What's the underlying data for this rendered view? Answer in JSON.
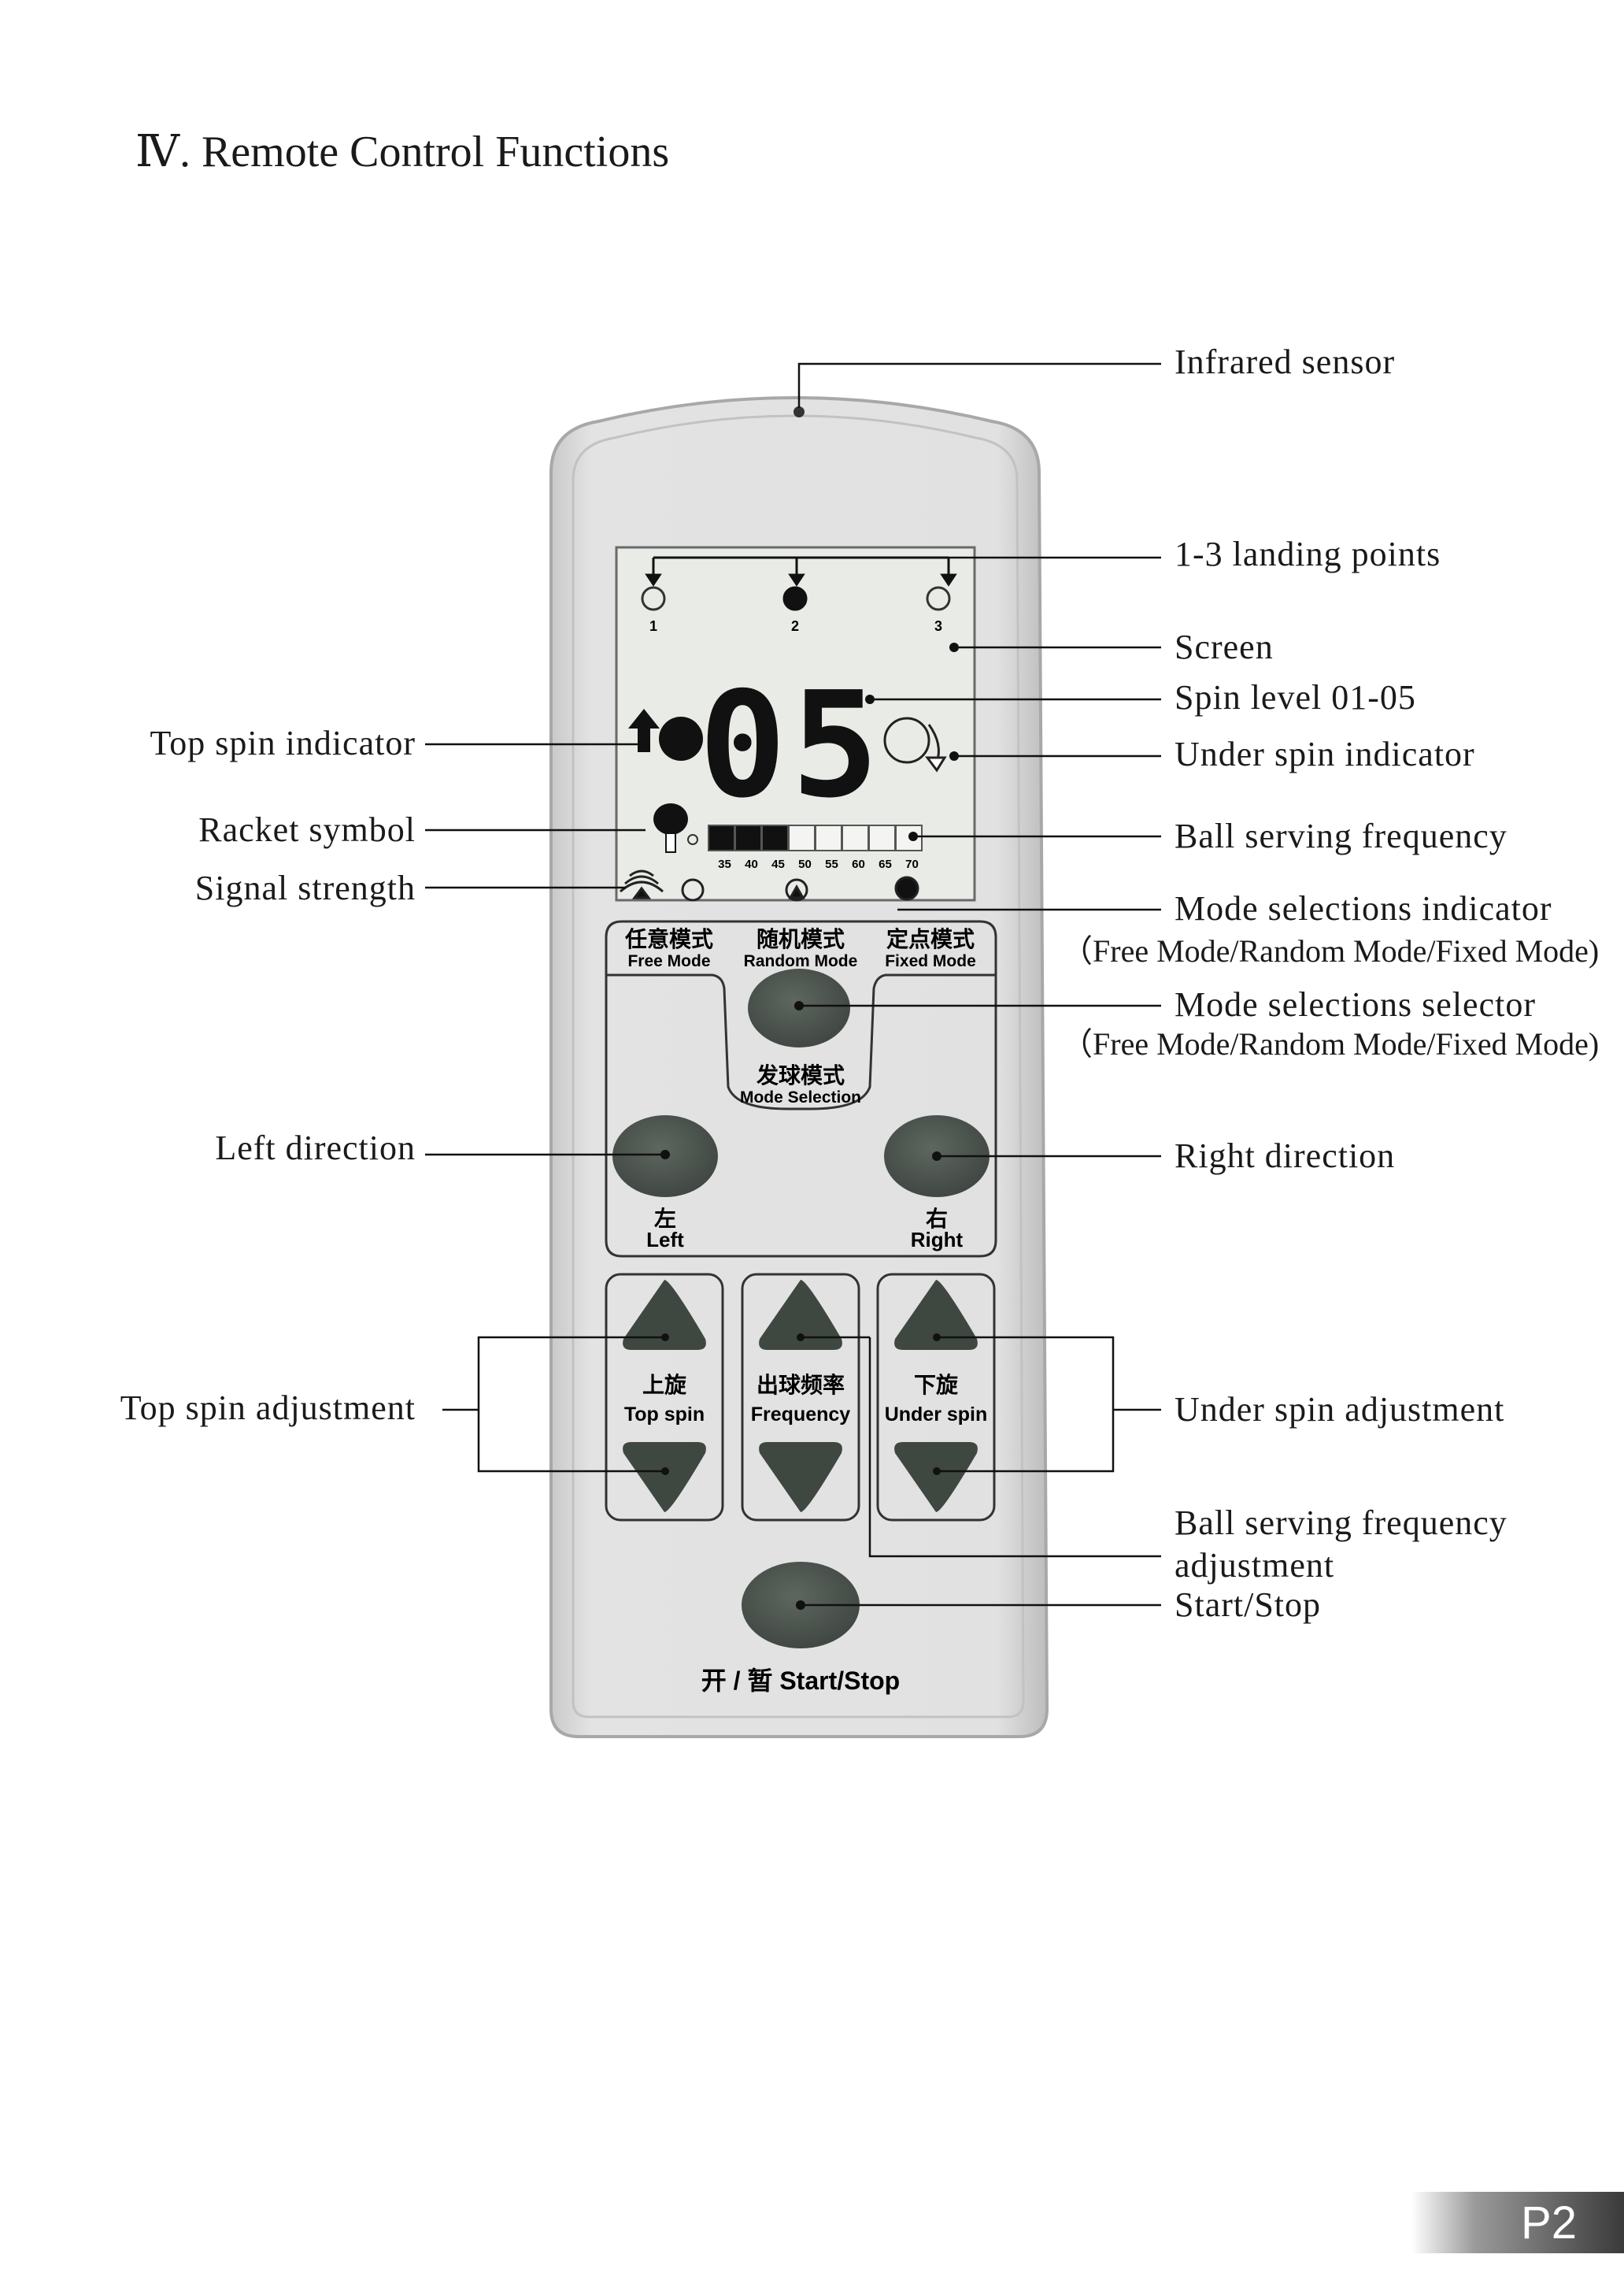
{
  "heading": "Ⅳ. Remote Control Functions",
  "callouts_right": {
    "infrared_sensor": "Infrared sensor",
    "landing_points": "1-3 landing points",
    "screen": "Screen",
    "spin_level": "Spin level 01-05",
    "under_spin_indicator": "Under spin indicator",
    "ball_serving_frequency": "Ball serving frequency",
    "mode_indicator": "Mode selections indicator",
    "mode_indicator_sub": "（Free Mode/Random Mode/Fixed Mode)",
    "mode_selector": "Mode selections selector",
    "mode_selector_sub": "（Free Mode/Random Mode/Fixed Mode)",
    "right_direction": "Right direction",
    "under_spin_adjustment": "Under spin adjustment",
    "frequency_adjustment_1": "Ball serving frequency",
    "frequency_adjustment_2": "adjustment",
    "start_stop": "Start/Stop"
  },
  "callouts_left": {
    "top_spin_indicator": "Top spin indicator",
    "racket_symbol": "Racket symbol",
    "signal_strength": "Signal strength",
    "left_direction": "Left direction",
    "top_spin_adjustment": "Top spin adjustment"
  },
  "remote": {
    "lcd": {
      "landing_numbers": [
        "1",
        "2",
        "3"
      ],
      "spin_digits": "05",
      "frequency_ticks": [
        "35",
        "40",
        "45",
        "50",
        "55",
        "60",
        "65",
        "70"
      ],
      "frequency_filled_segments": 3
    },
    "modes": [
      {
        "cn": "任意模式",
        "en": "Free Mode"
      },
      {
        "cn": "随机模式",
        "en": "Random Mode"
      },
      {
        "cn": "定点模式",
        "en": "Fixed Mode"
      }
    ],
    "mode_selection": {
      "cn": "发球模式",
      "en": "Mode Selection"
    },
    "left": {
      "cn": "左",
      "en": "Left"
    },
    "right": {
      "cn": "右",
      "en": "Right"
    },
    "top_spin": {
      "cn": "上旋",
      "en": "Top spin"
    },
    "frequency": {
      "cn": "出球频率",
      "en": "Frequency"
    },
    "under_spin": {
      "cn": "下旋",
      "en": "Under spin"
    },
    "start_stop": "开 / 暂 Start/Stop"
  },
  "page_number": "P2",
  "colors": {
    "remote_body": "#dcdcdc",
    "lcd_background": "#e9ebe6",
    "button": "#4a524c",
    "leader_line": "#111111"
  }
}
